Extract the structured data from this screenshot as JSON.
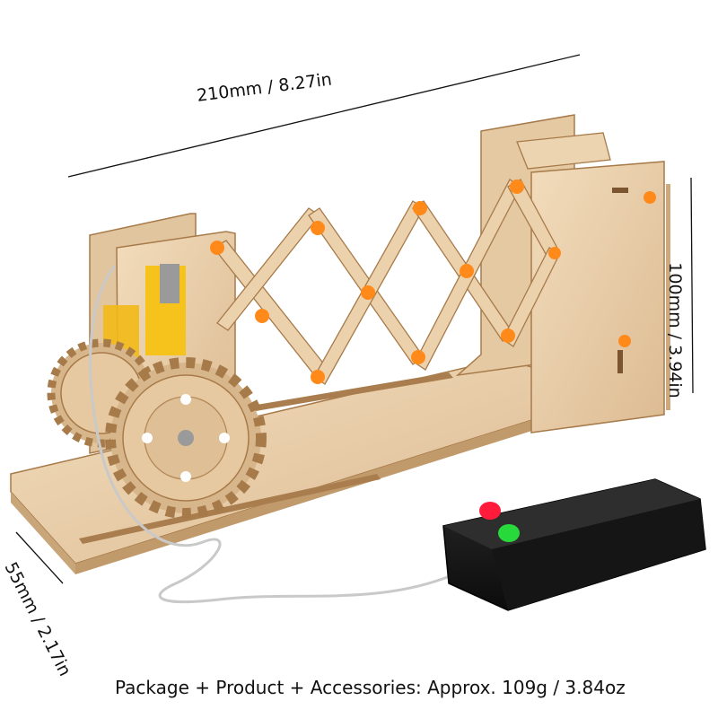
{
  "dimensions": {
    "width": "210mm / 8.27in",
    "height": "100mm / 3.94in",
    "depth": "55mm / 2.17in"
  },
  "caption": "Package + Product + Accessories: Approx. 109g / 3.84oz",
  "colors": {
    "wood": "#e9cfab",
    "wood_edge": "#a77a4a",
    "peg": "#ff8a1a",
    "motor": "#f6c21c",
    "battery_box": "#171717",
    "button_red": "#ff1c3a",
    "button_green": "#27d93a"
  }
}
